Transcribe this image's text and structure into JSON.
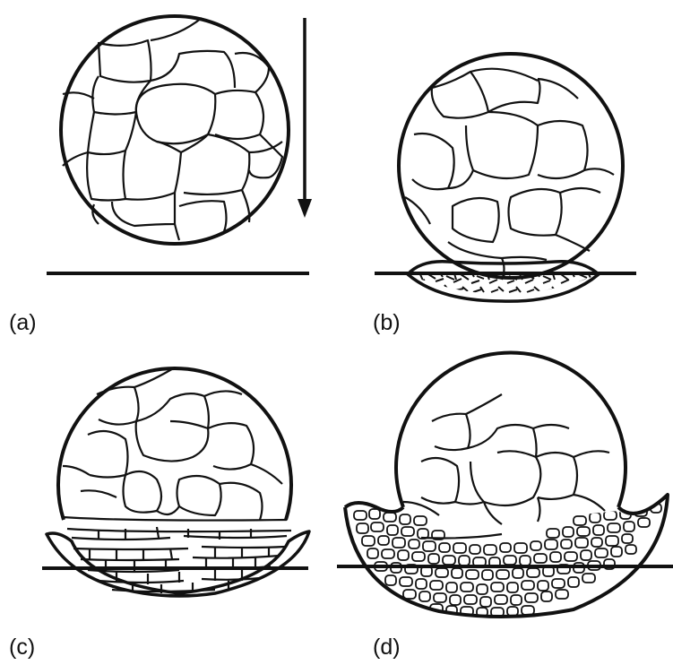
{
  "panels": [
    {
      "label": "(a)"
    },
    {
      "label": "(b)"
    },
    {
      "label": "(c)"
    },
    {
      "label": "(d)"
    }
  ],
  "colors": {
    "stroke": "#111111",
    "background": "#ffffff"
  }
}
